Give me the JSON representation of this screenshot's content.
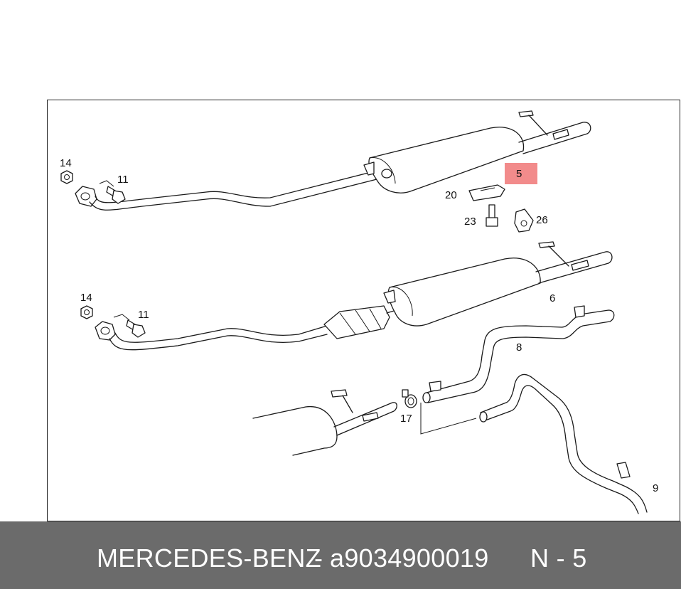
{
  "diagram": {
    "callouts": {
      "c14a": "14",
      "c11a": "11",
      "c5": "5",
      "c20": "20",
      "c23": "23",
      "c26": "26",
      "c14b": "14",
      "c11b": "11",
      "c6": "6",
      "c8": "8",
      "c17": "17",
      "c9": "9"
    },
    "highlight_color": "#f28b8b"
  },
  "footer": {
    "brand": "MERCEDES-BENZ",
    "separator": "-",
    "part_number": "a9034900019",
    "position_ref": "N - 5"
  }
}
